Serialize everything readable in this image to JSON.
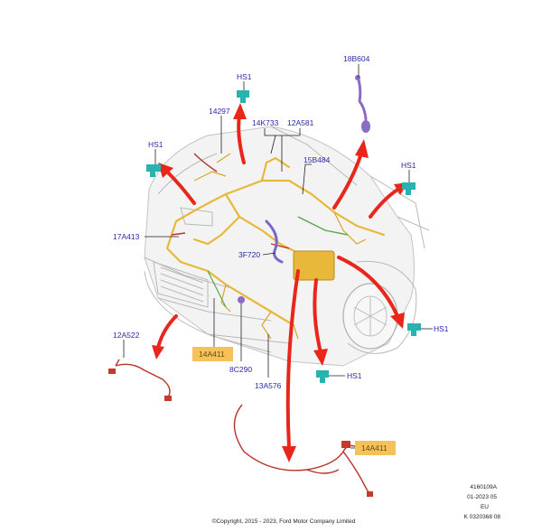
{
  "labels": {
    "l18B604": "18B604",
    "hs1_top": "HS1",
    "l14297": "14297",
    "l14K733": "14K733",
    "l12A581": "12A581",
    "hs1_left": "HS1",
    "l15B484": "15B484",
    "hs1_right_top": "HS1",
    "l17A413": "17A413",
    "l3F720": "3F720",
    "hs1_right": "HS1",
    "l12A522": "12A522",
    "l14A411_left": "14A411",
    "l8C290": "8C290",
    "hs1_bottom": "HS1",
    "l13A576": "13A576",
    "l14A411_right": "14A411"
  },
  "footer": {
    "ref1": "4160109A",
    "ref2": "01-2023 05",
    "ref3": "EU",
    "ref4": "K 0320368 08",
    "copyright": "©Copyright, 2015 - 2023, Ford Motor Company Limited"
  },
  "colors": {
    "label_blue": "#2a2aa8",
    "highlight": "#f5c25a",
    "arrow_red": "#e8261c",
    "harness_yellow": "#e8b83a",
    "connector_teal": "#29b3b0",
    "connector_purple": "#8a6cc4"
  }
}
